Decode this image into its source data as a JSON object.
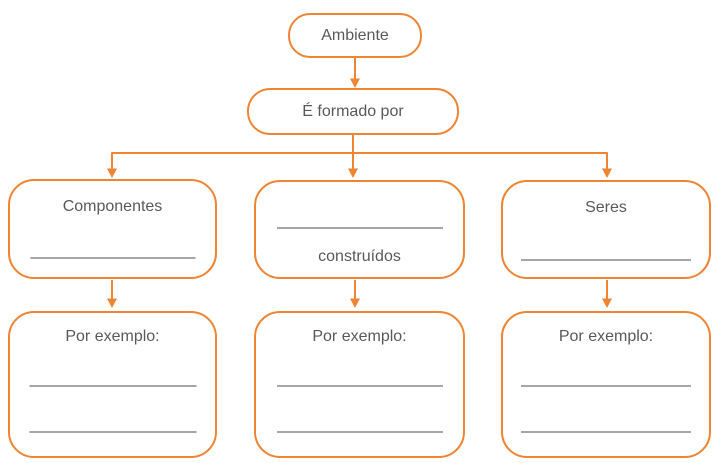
{
  "colors": {
    "accent_orange": "#EF8433",
    "blank_line_gray": "#A6A6A6",
    "text_gray": "#58595B"
  },
  "root": {
    "label": "Ambiente"
  },
  "link": {
    "label": "É formado por"
  },
  "columns": [
    {
      "label": "Componentes",
      "label_position": "above-blank",
      "example_label": "Por exemplo:"
    },
    {
      "label": "construídos",
      "label_position": "below-blank",
      "example_label": "Por exemplo:"
    },
    {
      "label": "Seres",
      "label_position": "above-blank",
      "example_label": "Por exemplo:"
    }
  ]
}
